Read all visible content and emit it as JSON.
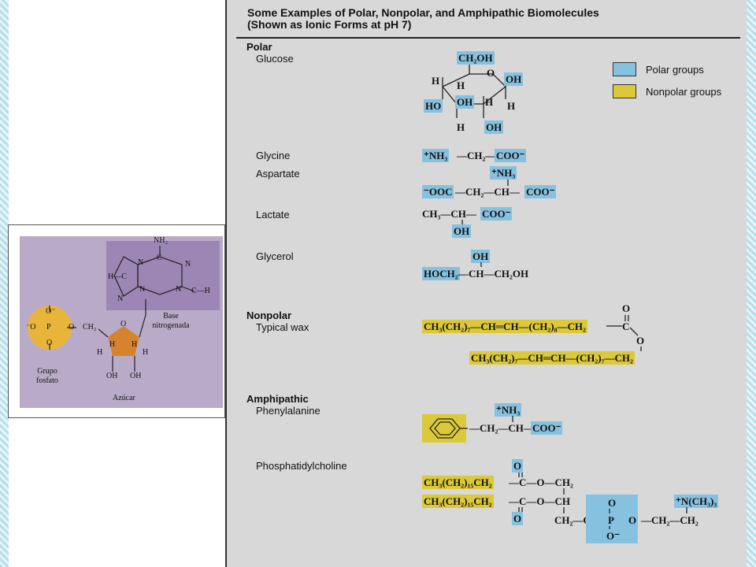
{
  "nucleotide": {
    "phosphate_o_top": "O⁻",
    "phosphate_o_left": "⁻O",
    "phosphate_p": "P",
    "phosphate_o_right": "O",
    "phosphate_o_bottom": "O",
    "ch2": "CH₂",
    "ring_o": "O",
    "h1": "H",
    "h2": "H",
    "h3": "H",
    "h4": "H",
    "oh1": "OH",
    "oh2": "OH",
    "nh2": "NH₂",
    "base_c": "C",
    "base_n1": "N",
    "base_n2": "N",
    "base_n3": "N",
    "base_n4": "N",
    "base_n5": "N",
    "base_hc": "H—C",
    "base_ch": "C—H",
    "label_phosphate": "Grupo fosfato",
    "label_sugar": "Azúcar",
    "label_base": "Base nitrogenada"
  },
  "title_line1": "Some Examples of Polar, Nonpolar, and Amphipathic Biomolecules",
  "title_line2": "(Shown as Ionic Forms at pH 7)",
  "legend": {
    "polar_label": "Polar groups",
    "nonpolar_label": "Nonpolar groups",
    "polar_color": "#86c2e0",
    "nonpolar_color": "#dcc93a"
  },
  "sections": {
    "polar": "Polar",
    "nonpolar": "Nonpolar",
    "amphipathic": "Amphipathic"
  },
  "names": {
    "glucose": "Glucose",
    "glycine": "Glycine",
    "aspartate": "Aspartate",
    "lactate": "Lactate",
    "glycerol": "Glycerol",
    "wax": "Typical wax",
    "phenylalanine": "Phenylalanine",
    "phosphatidylcholine": "Phosphatidylcholine"
  },
  "glucose": {
    "ch2oh": "CH₂OH",
    "o": "O",
    "h1": "H",
    "h2": "H",
    "oh1": "OH",
    "ho": "HO",
    "oh2": "OH",
    "h3": "H",
    "h4": "H",
    "h5": "H",
    "oh3": "OH"
  },
  "glycine": {
    "nh3": "⁺NH₃",
    "mid": "—CH₂—",
    "coo": "COO⁻"
  },
  "aspartate": {
    "nh3": "⁺NH₃",
    "coo1": "⁻OOC",
    "mid": "—CH₂—CH—",
    "coo2": "COO⁻"
  },
  "lactate": {
    "ch3": "CH₃—CH—",
    "coo": "COO⁻",
    "oh": "OH"
  },
  "glycerol": {
    "oh": "OH",
    "hoch2": "HOCH₂",
    "rest": "—CH—CH₂OH"
  },
  "wax": {
    "chain1": "CH₃(CH₂)₇—CH═CH—(CH₂)₈—CH₂",
    "c": "C",
    "o_top": "O",
    "o_ester": "O",
    "chain2": "CH₃(CH₂)₇—CH═CH—(CH₂)₇—CH₂"
  },
  "phenylalanine": {
    "nh3": "⁺NH₃",
    "mid": "—CH₂—CH—",
    "coo": "COO⁻"
  },
  "phosphatidylcholine": {
    "o_top": "O",
    "chain1": "CH₃(CH₂)₁₅CH₂",
    "c1": "—C—O—CH₂",
    "chain2": "CH₃(CH₂)₁₅CH₂",
    "c2": "—C—O—CH",
    "o_bottom": "O",
    "ch2o": "CH₂—O",
    "p_o_top": "O",
    "p_p": "P",
    "p_o_bottom": "O⁻",
    "p_o_right": "O",
    "choline_link": "—CH₂—CH₂",
    "choline": "⁺N(CH₃)₃"
  }
}
